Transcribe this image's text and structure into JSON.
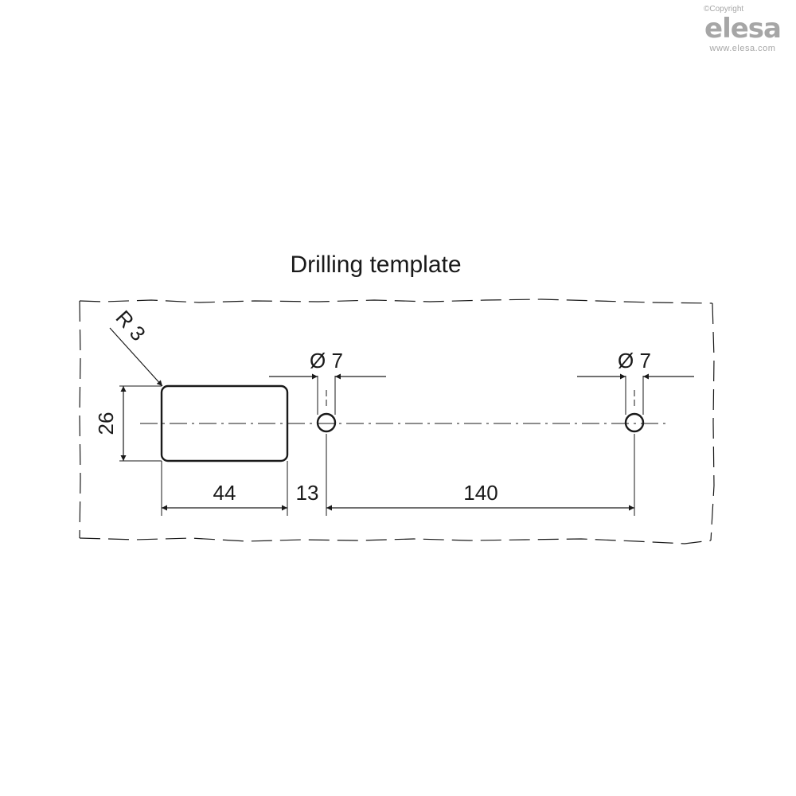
{
  "brand": {
    "copyright": "©Copyright",
    "logo": "elesa",
    "url": "www.elesa.com"
  },
  "drawing": {
    "title": "Drilling template",
    "radius_label": "R 3",
    "height_label": "26",
    "hole_diameter_label": "Ø 7",
    "slot_width_label": "44",
    "gap_label": "13",
    "hole_spacing_label": "140"
  },
  "colors": {
    "line": "#1a1a1a",
    "brand_gray": "#a6a6a6"
  }
}
